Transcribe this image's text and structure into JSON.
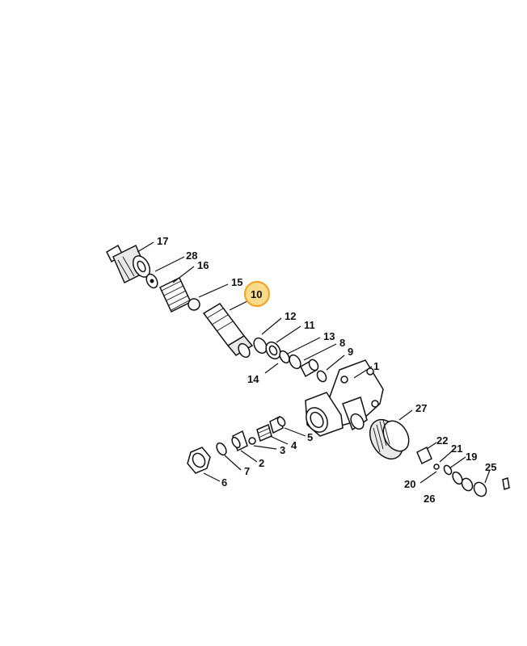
{
  "highlighted_part": "10",
  "colors": {
    "highlight_fill": "#f9d98a",
    "highlight_ring": "#f0a21a",
    "line": "#111111",
    "background": "#ffffff"
  },
  "parts": [
    {
      "id": "17",
      "label": "17"
    },
    {
      "id": "28",
      "label": "28"
    },
    {
      "id": "16",
      "label": "16"
    },
    {
      "id": "15",
      "label": "15"
    },
    {
      "id": "10",
      "label": "10"
    },
    {
      "id": "12",
      "label": "12"
    },
    {
      "id": "11",
      "label": "11"
    },
    {
      "id": "13",
      "label": "13"
    },
    {
      "id": "8",
      "label": "8"
    },
    {
      "id": "9",
      "label": "9"
    },
    {
      "id": "14",
      "label": "14"
    },
    {
      "id": "1",
      "label": "1"
    },
    {
      "id": "27",
      "label": "27"
    },
    {
      "id": "5",
      "label": "5"
    },
    {
      "id": "4",
      "label": "4"
    },
    {
      "id": "3",
      "label": "3"
    },
    {
      "id": "2",
      "label": "2"
    },
    {
      "id": "7",
      "label": "7"
    },
    {
      "id": "6",
      "label": "6"
    },
    {
      "id": "22",
      "label": "22"
    },
    {
      "id": "21",
      "label": "21"
    },
    {
      "id": "19",
      "label": "19"
    },
    {
      "id": "20",
      "label": "20"
    },
    {
      "id": "25",
      "label": "25"
    },
    {
      "id": "26",
      "label": "26"
    }
  ]
}
